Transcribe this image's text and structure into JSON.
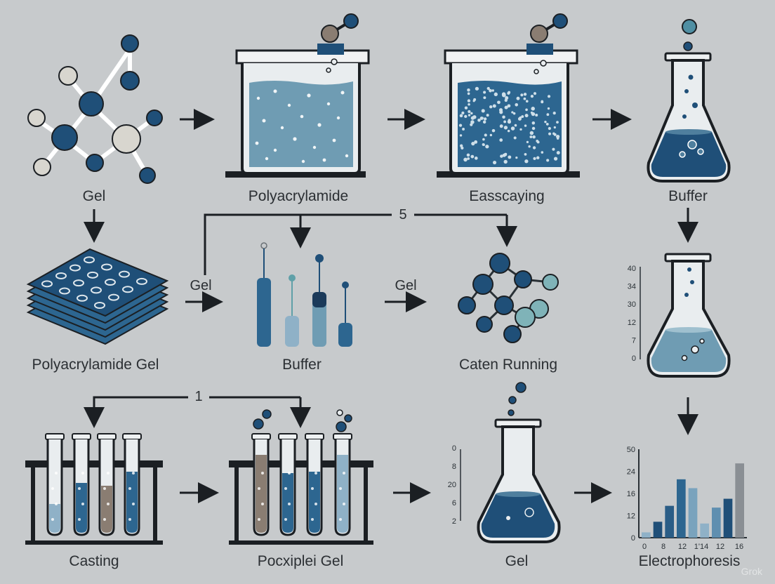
{
  "labels": {
    "gel_molecule": "Gel",
    "polyacrylamide_beaker": "Polyacrylamide",
    "easscaying_beaker": "Easscaying",
    "buffer_flask_top": "Buffer",
    "polyacrylamide_gel": "Polyacrylamide Gel",
    "buffer_bars": "Buffer",
    "caten_running": "Caten Running",
    "casting": "Casting",
    "pocxiplei_gel": "Pocxiplei Gel",
    "gel_flask_bottom": "Gel",
    "electrophoresis": "Electrophoresis"
  },
  "connector_labels": {
    "five": "5",
    "one": "1",
    "gel_left": "Gel",
    "gel_mid": "Gel"
  },
  "flask_scale_right": [
    "40",
    "34",
    "30",
    "12",
    "7",
    "0"
  ],
  "flask_scale_bottom": [
    "0",
    "8",
    "20",
    "6",
    "2"
  ],
  "chart_data": {
    "type": "bar",
    "y_ticks": [
      "50",
      "24",
      "16",
      "12",
      "0"
    ],
    "x_ticks": [
      "0",
      "8",
      "12",
      "1'14",
      "12",
      "16"
    ],
    "values": [
      3,
      9,
      18,
      33,
      28,
      8,
      17,
      22,
      42
    ],
    "ylim": [
      0,
      50
    ],
    "series_colors": [
      "#8fb1c7",
      "#1f4f78",
      "#2a5d86",
      "#2d6690",
      "#7aa3bd",
      "#8fb1c7",
      "#5f8fb0",
      "#1f4f78",
      "#8a8f94"
    ]
  },
  "watermark": "Grok",
  "colors": {
    "background": "#c7cacc",
    "dark_blue": "#1f4f78",
    "mid_blue": "#4f7f9e",
    "light_blue": "#8fb1c7",
    "liquid": "#6f9cb3",
    "line": "#1b1f23"
  }
}
